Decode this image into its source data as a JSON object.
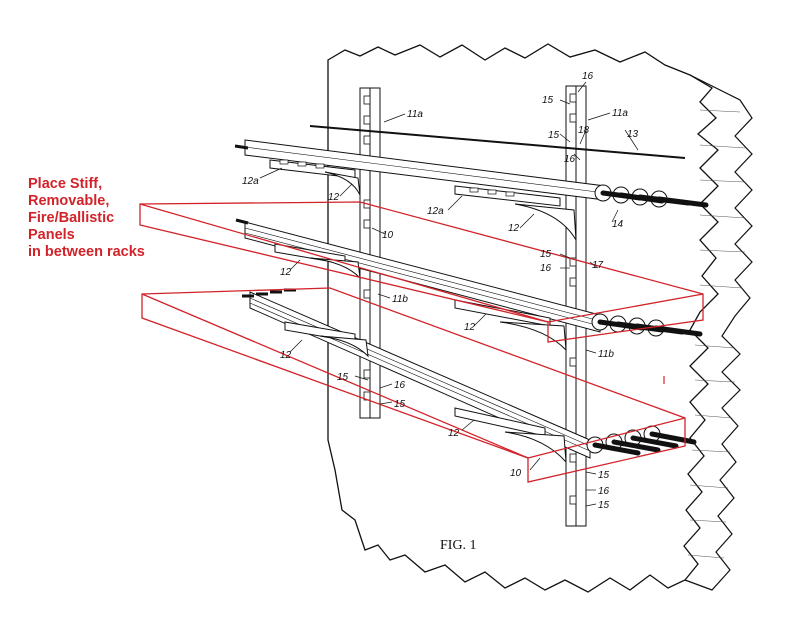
{
  "callout": {
    "lines": [
      "Place Stiff,",
      "Removable,",
      "Fire/Ballistic",
      "Panels",
      "in between racks"
    ],
    "color": "#d2232a"
  },
  "caption": "FIG. 1",
  "refs": {
    "r11a_left": "11a",
    "r11a_right": "11a",
    "r16_top": "16",
    "r15_top": "15",
    "r15_mid": "15",
    "r18": "18",
    "r13": "13",
    "r16_mid": "16",
    "r12a_left": "12a",
    "r12a_mid": "12a",
    "r12_a": "12",
    "r12_b": "12",
    "r10_a": "10",
    "r14": "14",
    "r15_b": "15",
    "r16_b": "16",
    "r17": "17",
    "r12_c": "12",
    "r11b_left": "11b",
    "r12_d": "12",
    "r11b_right": "11b",
    "r12_e": "12",
    "r15_c": "15",
    "r16_c": "16",
    "r15_d": "15",
    "r12_f": "12",
    "r10_b": "10",
    "r15_e": "15",
    "r16_d": "16",
    "r15_f": "15"
  }
}
